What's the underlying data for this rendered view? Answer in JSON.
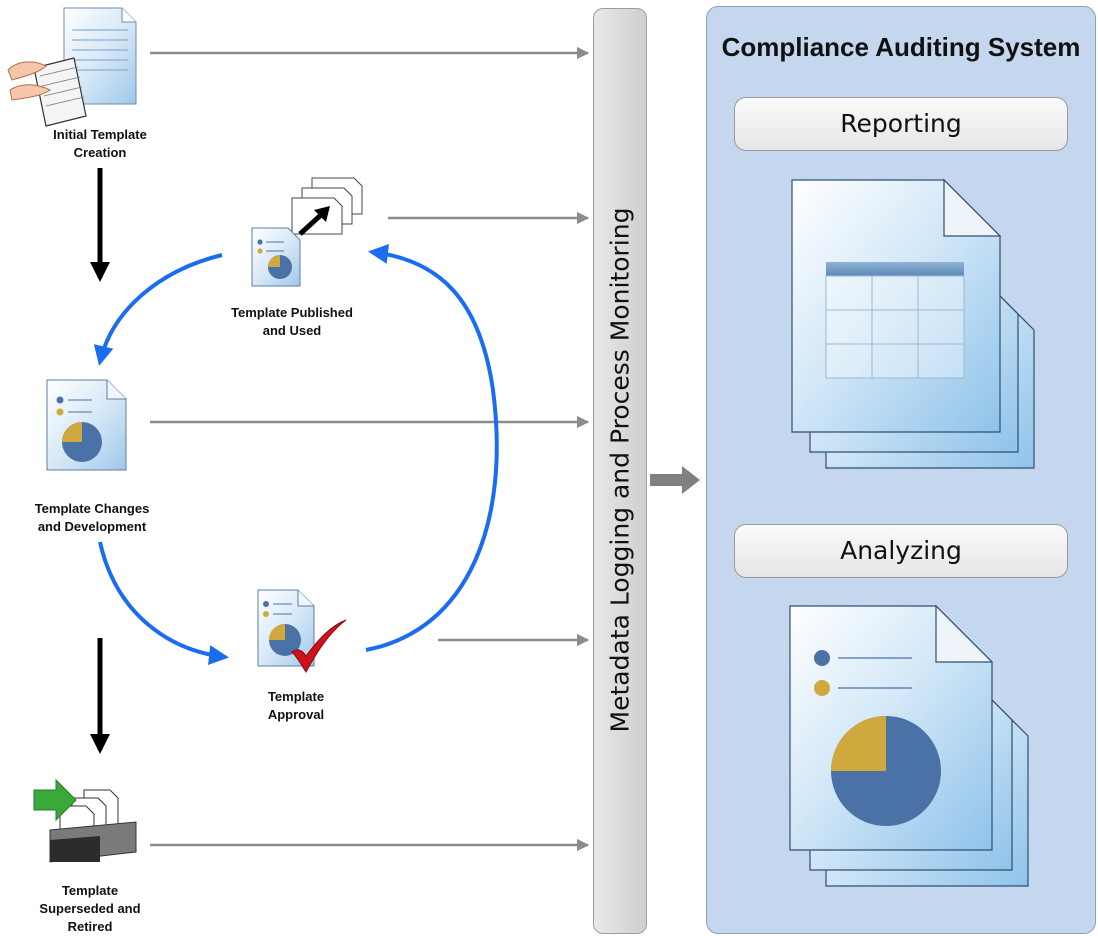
{
  "stages": {
    "initial": "Initial Template\nCreation",
    "published": "Template Published\nand Used",
    "changes": "Template Changes\nand Development",
    "approval": "Template\nApproval",
    "retired": "Template\nSuperseded and\nRetired"
  },
  "monitoring_label": "Metadata Logging and Process Monitoring",
  "system": {
    "title": "Compliance Auditing System",
    "reporting": "Reporting",
    "analyzing": "Analyzing"
  },
  "colors": {
    "cycle_arrow": "#1a6cf0",
    "flow_arrow": "#000000",
    "feed_arrow": "#8c8c8c",
    "panel_bg": "#c5d7ee",
    "pie_main": "#4a72a6",
    "pie_slice": "#cfa93e"
  },
  "icons": {
    "initial": "keyboard-document-icon",
    "published": "publish-document-icon",
    "changes": "pie-document-icon",
    "approval": "approved-document-icon",
    "retired": "archive-tray-icon",
    "reporting": "table-report-icon",
    "analyzing": "pie-report-icon"
  }
}
